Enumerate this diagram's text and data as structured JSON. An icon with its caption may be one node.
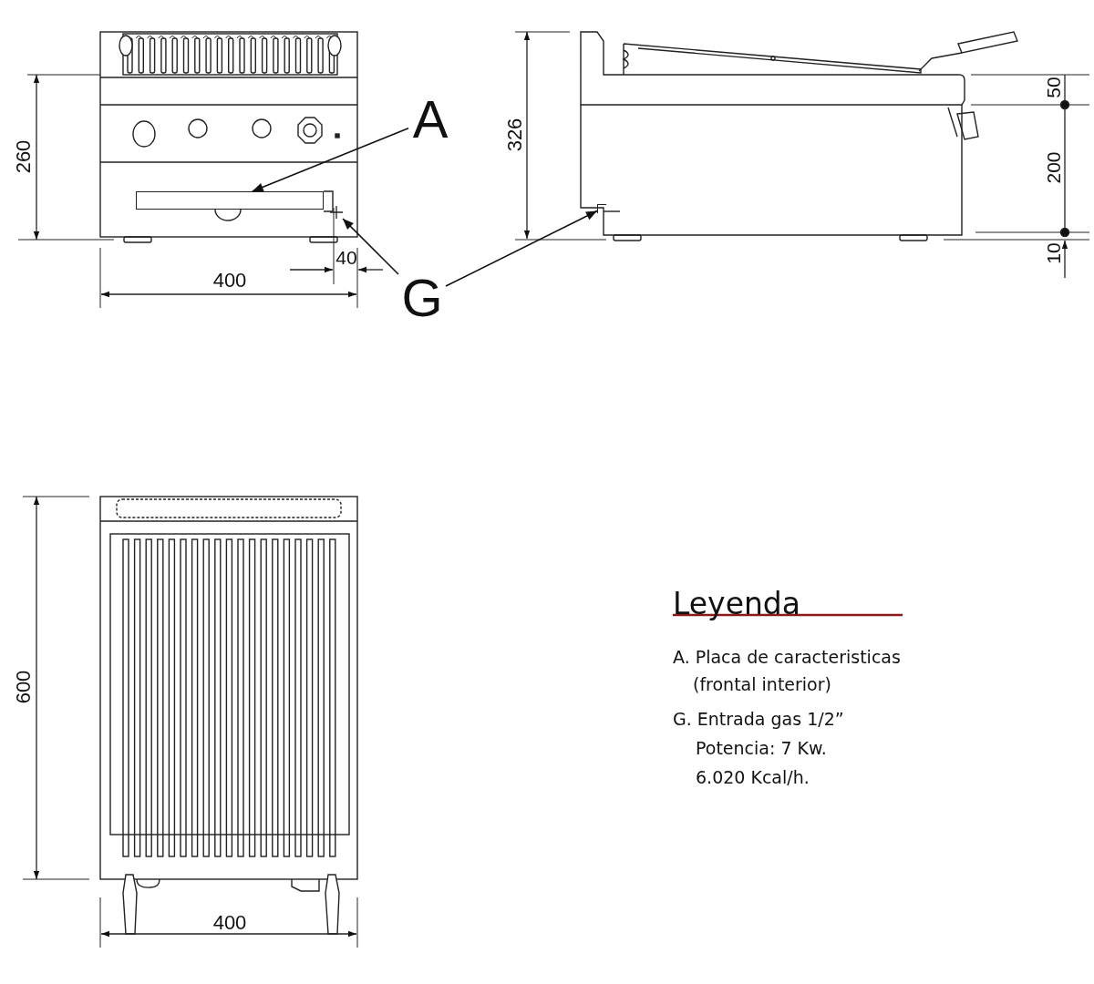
{
  "diagram": {
    "nodes": [
      {
        "text": [
          "A"
        ]
      },
      {
        "text": [
          "G"
        ]
      },
      {
        "text": [],
        "shape": "box"
      },
      {
        "text": [],
        "shape": "cross"
      },
      {
        "text": [],
        "shape": "box"
      }
    ],
    "edges": [
      {
        "from": 0,
        "to": 2,
        "arrow": "to"
      },
      {
        "from": 1,
        "to": 3,
        "arrow": "to"
      },
      {
        "from": 1,
        "to": 4,
        "arrow": "to"
      }
    ],
    "labels": [
      "260",
      "400",
      "40",
      "326",
      "50",
      "200",
      "10",
      "600",
      "400",
      "Leyenda",
      "A. Placa de caracteristicas (frontal interior)",
      "G. Entrada gas 1/2”",
      "Potencia: 7 Kw.",
      "6.020 Kcal/h."
    ]
  }
}
